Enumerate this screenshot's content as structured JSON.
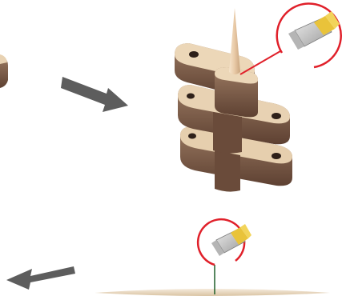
{
  "figure": {
    "panels": [
      {
        "id": "stacked-layers",
        "items": [
          "partial-stack-edge",
          "layered-wood-stack",
          "sharp-spike",
          "detail-callout"
        ]
      },
      {
        "id": "single-sheet",
        "items": [
          "sheet",
          "detail-callout"
        ]
      }
    ],
    "arrows": [
      "arrow-to-stack",
      "arrow-from-sheet"
    ],
    "colors": {
      "wood_top": "#e8d2b3",
      "wood_side": "#8a6a55",
      "wood_dark": "#5b3f2f",
      "spike": "#e5c6a3",
      "callout": "#e0202a",
      "arrow": "#595959",
      "blade": "#c9c9c9",
      "holder": "#e9c33a"
    }
  }
}
